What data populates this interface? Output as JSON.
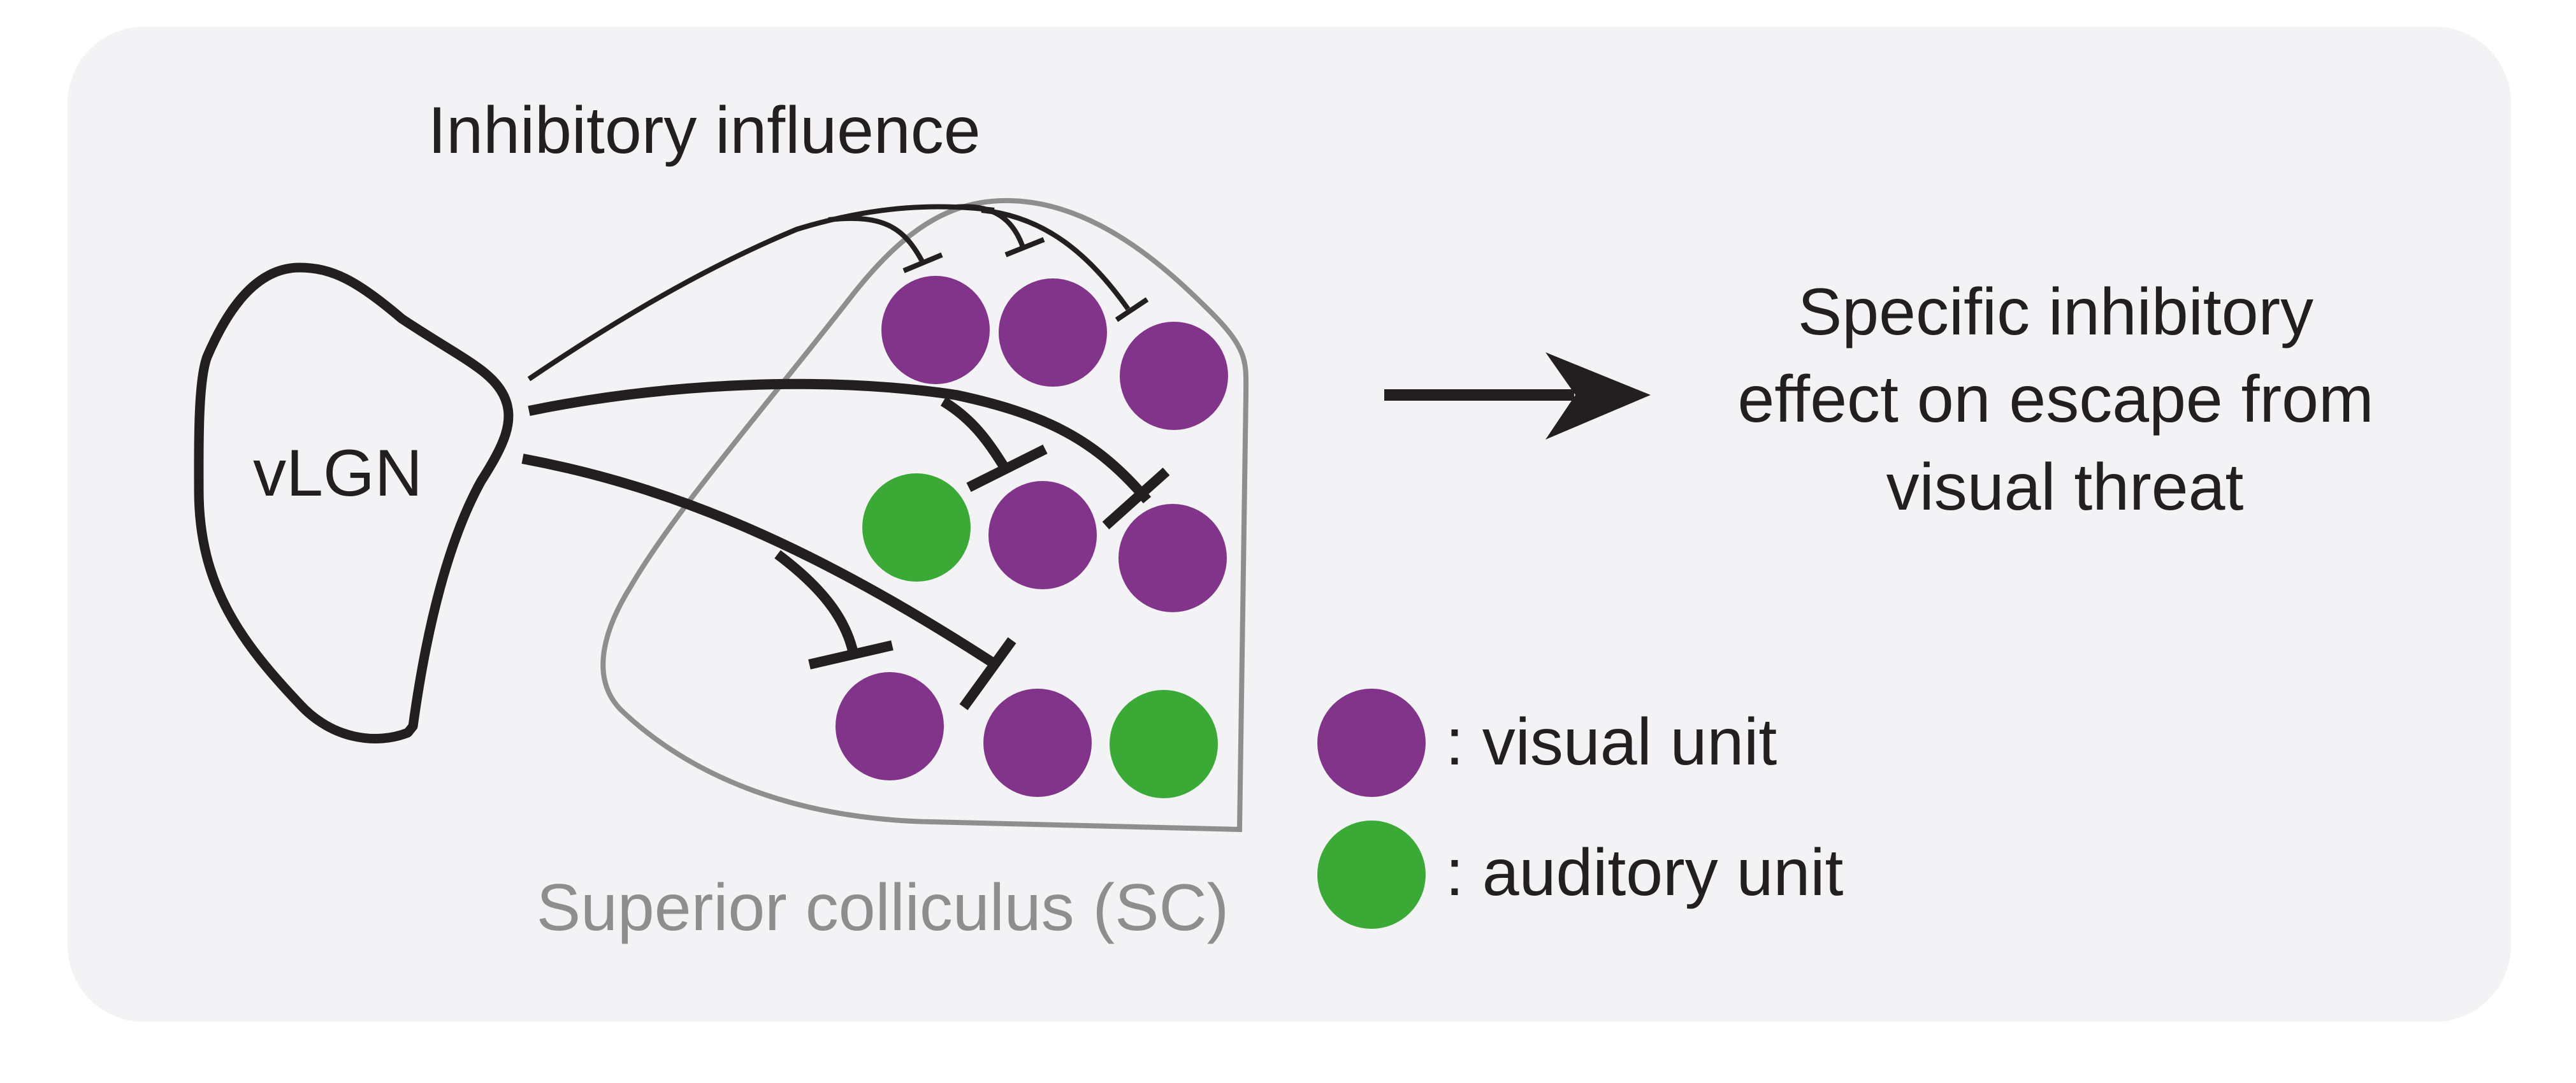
{
  "labels": {
    "title": "Inhibitory influence",
    "vlgn": "vLGN",
    "sc": "Superior colliculus (SC)",
    "effect_lines": [
      "Specific inhibitory",
      "effect on escape from",
      "visual threat"
    ]
  },
  "legend": [
    {
      "label": ": visual unit",
      "color": "#813489"
    },
    {
      "label": ": auditory unit",
      "color": "#3aa935"
    }
  ],
  "colors": {
    "panel": "#f3f3f5",
    "ink": "#231f20",
    "sc_outline": "#8e8e8f",
    "visual": "#813489",
    "auditory": "#3aa935"
  }
}
